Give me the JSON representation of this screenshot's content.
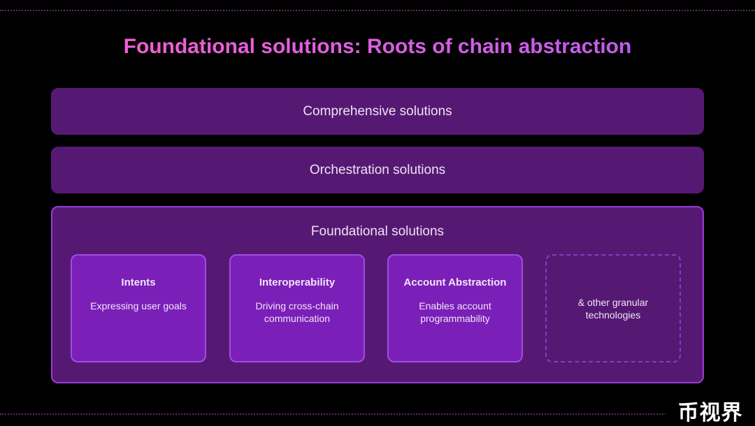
{
  "title": "Foundational solutions: Roots of chain abstraction",
  "layers": [
    {
      "label": "Comprehensive solutions"
    },
    {
      "label": "Orchestration solutions"
    }
  ],
  "foundational": {
    "label": "Foundational solutions",
    "cards": [
      {
        "title": "Intents",
        "desc": "Expressing user goals"
      },
      {
        "title": "Interoperability",
        "desc": "Driving cross-chain communication"
      },
      {
        "title": "Account Abstraction",
        "desc": "Enables account programmability"
      },
      {
        "title": "",
        "desc": "& other granular technologies"
      }
    ]
  },
  "watermark": "币视界",
  "colors": {
    "background": "#000000",
    "layer_fill": "#561973",
    "card_fill": "#7a1fb8",
    "card_border": "#a44ae4",
    "title_gradient_start": "#ff5fc8",
    "title_gradient_end": "#b45cf4"
  }
}
